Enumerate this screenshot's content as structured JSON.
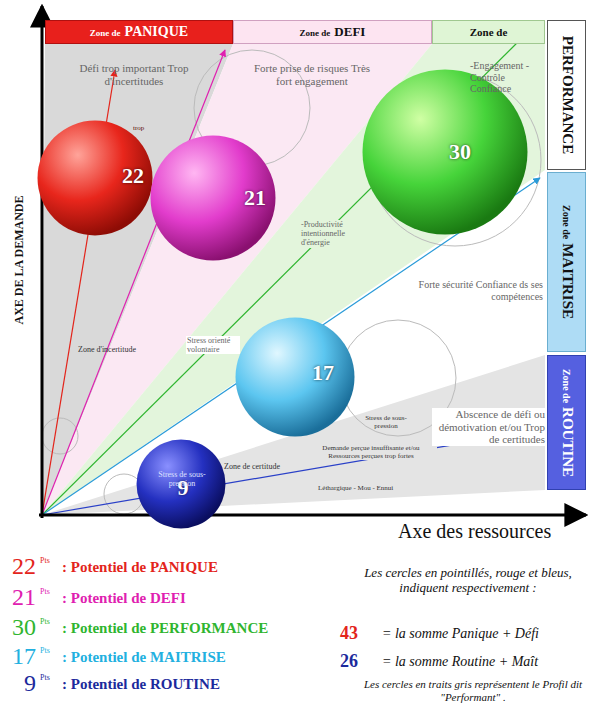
{
  "diagram": {
    "nodes": [
      {
        "text": [
          "Zone de",
          "PANIQUE"
        ]
      },
      {
        "text": [
          "Zone de",
          "DEFI"
        ]
      },
      {
        "text": [
          "Zone de"
        ]
      },
      {
        "text": [
          "PERFORMANCE"
        ]
      },
      {
        "text": [
          "Zone de",
          "MAITRISE"
        ]
      },
      {
        "text": [
          "Zone de",
          "ROUTINE"
        ]
      },
      {
        "text": [
          "22"
        ]
      },
      {
        "text": [
          "21"
        ]
      },
      {
        "text": [
          "30"
        ]
      },
      {
        "text": [
          "17"
        ]
      },
      {
        "text": [
          "9"
        ]
      }
    ],
    "labels": [
      "AXE DE LA DEMANDE",
      "Axe des ressources",
      "Défi trop important Trop d'incertitudes",
      "trop",
      "Forte prise de risques Très fort engagement",
      "-Engagement -Contrôle Confiance",
      "-Productivité intentionnelle d'énergie",
      "Forte sécurité Confiance ds ses compétences",
      "Zone d'incertitude",
      "Stress orienté volontaire",
      "Stress de sous-pression",
      "Demande perçue insuffisante et/ou Ressources perçues trop fortes",
      "Léthargique - Mou - Ennui",
      "Abscence de défi ou démotivation et/ou Trop de certitudes",
      "Zone de certitude",
      "Stress de sous-pression",
      "22",
      "Pts",
      ": Potentiel de PANIQUE",
      "21",
      "Pts",
      ": Potentiel de DEFI",
      "30",
      "Pts",
      ": Potentiel de PERFORMANCE",
      "17",
      "Pts",
      ": Potentiel de MAITRISE",
      "9",
      "Pts",
      ": Potentiel de ROUTINE",
      "Les cercles en pointillés, rouge et bleus, indiquent respectivement :",
      "43",
      "= la somme Panique + Défi",
      "26",
      "= la somme Routine + Maît",
      "Les cercles en traits gris représentent le Profil dit \"Performant\" ."
    ]
  }
}
